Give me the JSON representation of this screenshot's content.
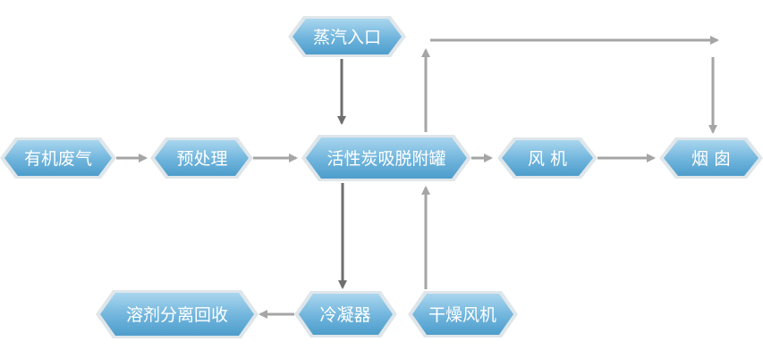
{
  "colors": {
    "node_fill_top": "#a6d3ec",
    "node_fill_bottom": "#4f9fcd",
    "node_outline": "#dfe6ea",
    "node_text": "#ffffff",
    "arrow_dark": "#6e6e6e",
    "arrow_light": "#a5a5a5"
  },
  "nodes": {
    "steam_inlet": "蒸汽入口",
    "organic_waste_gas": "有机废气",
    "pretreatment": "预处理",
    "adsorption_tank": "活性炭吸脱附罐",
    "fan": "风 机",
    "chimney": "烟 囱",
    "solvent_recovery": "溶剂分离回收",
    "condenser": "冷凝器",
    "drying_fan": "干燥风机"
  }
}
